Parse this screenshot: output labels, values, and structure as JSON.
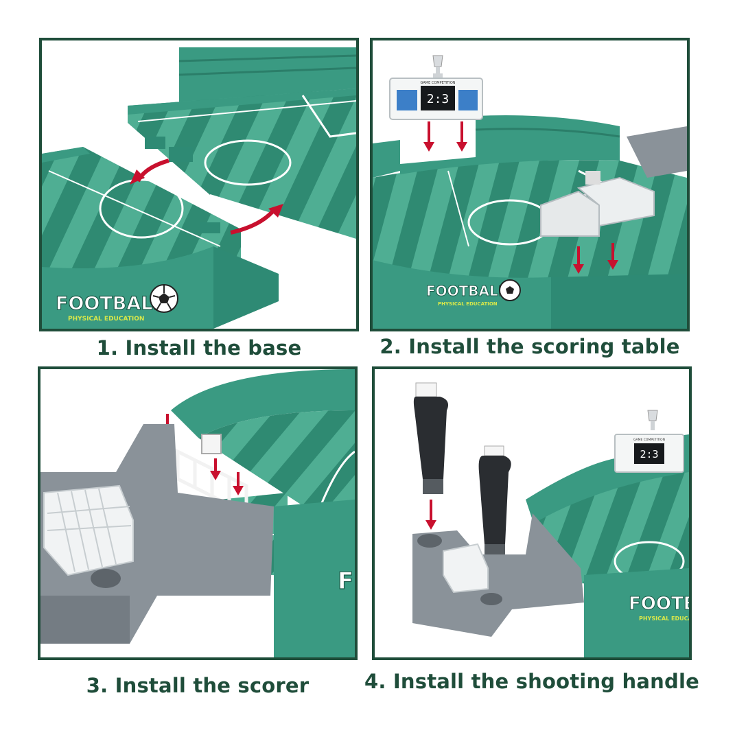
{
  "steps": [
    {
      "caption": "1. Install the base",
      "logo": "FOOTBALL",
      "logo_sub": "PHYSICAL EDUCATION"
    },
    {
      "caption": "2. Install the scoring table",
      "logo": "FOOTBALL",
      "logo_sub": "PHYSICAL EDUCATION",
      "score": "2:3",
      "board_label": "GAME COMPETITION"
    },
    {
      "caption": "3. Install the scorer",
      "logo": "F"
    },
    {
      "caption": "4. Install the shooting handle",
      "logo": "FOOTBA",
      "logo_sub": "PHYSICAL EDUCA",
      "score": "2:3",
      "board_label": "GAME COMPETITION"
    }
  ],
  "colors": {
    "frame": "#1f4d3a",
    "caption": "#1f4d3a",
    "field_dark": "#2f8a72",
    "field_light": "#4fae93",
    "wall": "#3a9a82",
    "arrow": "#c8102e",
    "grey_part": "#8a9299",
    "handle": "#2a2d31"
  },
  "icons": [
    "soccer-ball-icon",
    "trophy-icon",
    "arrow-icon"
  ]
}
